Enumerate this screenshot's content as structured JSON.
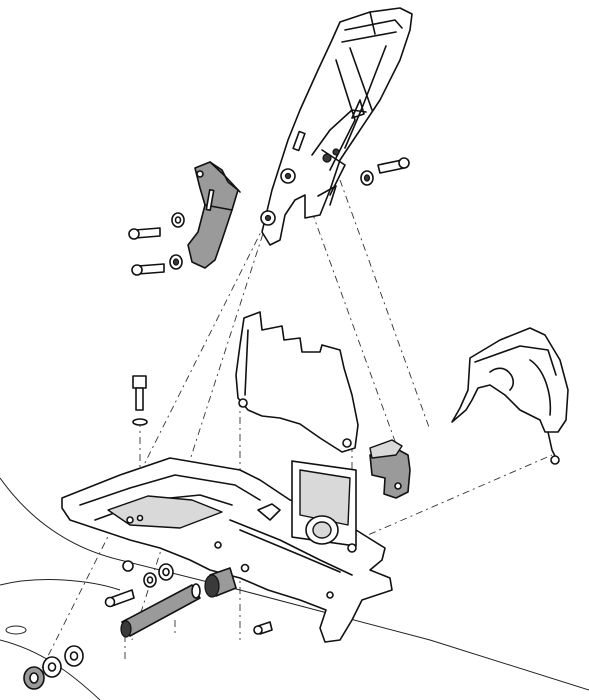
{
  "diagram": {
    "type": "exploded-assembly-line-drawing",
    "palette": {
      "ink": "#111111",
      "shade": "#9a9a9a",
      "light_shade": "#d9d9d9",
      "background": "#ffffff"
    },
    "parts": [
      {
        "id": "handbrake-lever",
        "shaded": false
      },
      {
        "id": "lever-mounting-bracket",
        "shaded": true
      },
      {
        "id": "bolt-upper-left",
        "shaded": false
      },
      {
        "id": "bolt-lower-left",
        "shaded": false
      },
      {
        "id": "bolt-upper-right",
        "shaded": false
      },
      {
        "id": "ratchet-plate",
        "shaded": false
      },
      {
        "id": "heat-shield",
        "shaded": false
      },
      {
        "id": "cable-guide",
        "shaded": true
      },
      {
        "id": "mounting-tray",
        "shaded": false
      },
      {
        "id": "pivot-shaft",
        "shaded": true
      },
      {
        "id": "bush",
        "shaded": true
      },
      {
        "id": "vertical-bolt",
        "shaded": false
      }
    ]
  }
}
